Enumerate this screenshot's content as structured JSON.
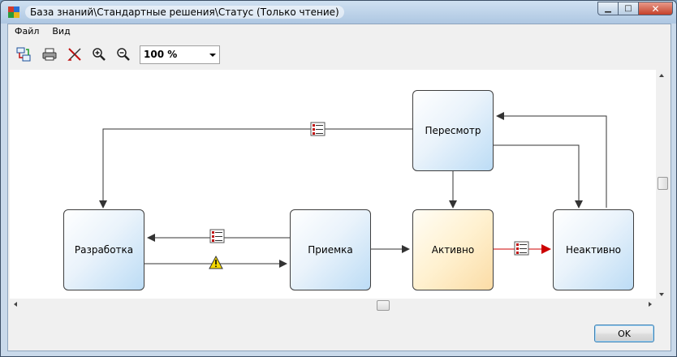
{
  "window": {
    "title": "База знаний\\Стандартные решения\\Статус (Только чтение)"
  },
  "menu": {
    "items": [
      {
        "label": "Файл"
      },
      {
        "label": "Вид"
      }
    ]
  },
  "toolbar": {
    "zoom_value": "100 %",
    "buttons": [
      "diagram-icon",
      "print-icon",
      "disconnect-icon",
      "zoom-in-icon",
      "zoom-out-icon"
    ]
  },
  "diagram": {
    "nodes": {
      "review": {
        "label": "Пересмотр"
      },
      "development": {
        "label": "Разработка"
      },
      "acceptance": {
        "label": "Приемка"
      },
      "active": {
        "label": "Активно"
      },
      "inactive": {
        "label": "Неактивно"
      }
    },
    "colors": {
      "edge": "#333333",
      "highlight_edge": "#cc0000",
      "node_blue": "#bcdcf5",
      "node_orange": "#fbdca6"
    }
  },
  "footer": {
    "ok_label": "OK"
  }
}
